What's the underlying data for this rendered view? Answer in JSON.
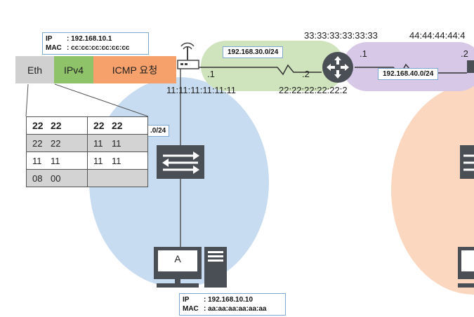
{
  "router_info": {
    "ip_key": "IP",
    "ip_value": ": 192.168.10.1",
    "mac_key": "MAC",
    "mac_value": ": cc:cc:cc:cc:cc:cc"
  },
  "host_a_info": {
    "ip_key": "IP",
    "ip_value": ": 192.168.10.10",
    "mac_key": "MAC",
    "mac_value": ": aa:aa:aa:aa:aa:aa"
  },
  "packet_headers": {
    "eth": "Eth",
    "ipv4": "IPv4",
    "icmp": "ICMP 요청"
  },
  "networks": {
    "net_30": "192.168.30.0/24",
    "net_40": "192.168.40.0/24",
    "net_10_partial": ".0/24"
  },
  "mac_labels": {
    "router1_wan": "11:11:11:11:11:11",
    "router2_left": "22:22:22:22:22:2",
    "router3_left": "33:33:33:33:33:33",
    "router4_left": "44:44:44:44:4"
  },
  "port_labels": {
    "r1_port": ".1",
    "r2_port": ".2",
    "r3_port": ".1",
    "r4_port": ".2"
  },
  "host_label": "A",
  "eth_frame": {
    "head": [
      "22",
      "22",
      "22",
      "22"
    ],
    "row1": [
      "22",
      "22",
      "11",
      "11"
    ],
    "row2": [
      "11",
      "11",
      "11",
      "11"
    ],
    "row3": [
      "08",
      "00"
    ]
  },
  "colors": {
    "lan_blue": "#c7dcf0",
    "lan_orange": "#fbd7bf",
    "link_green": "#cfe3bd",
    "link_purple": "#d6c8e6",
    "eth_grey": "#d0d0d0",
    "ipv4_green": "#8fc36a",
    "icmp_orange": "#f6a06b",
    "device_grey": "#4a4f55"
  }
}
